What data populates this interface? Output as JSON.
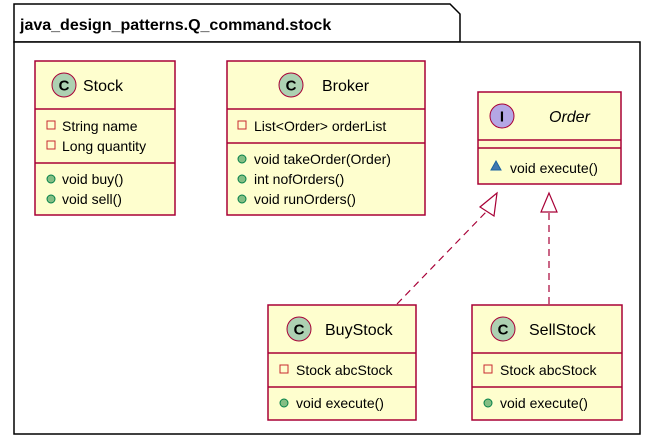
{
  "package": {
    "name": "java_design_patterns.Q_command.stock"
  },
  "classes": {
    "stock": {
      "name": "Stock",
      "stereotype_letter": "C",
      "fields": [
        "String name",
        "Long quantity"
      ],
      "methods": [
        "void buy()",
        "void sell()"
      ]
    },
    "broker": {
      "name": "Broker",
      "stereotype_letter": "C",
      "fields": [
        "List<Order> orderList"
      ],
      "methods": [
        "void takeOrder(Order)",
        "int nofOrders()",
        "void runOrders()"
      ]
    },
    "order": {
      "name": "Order",
      "stereotype_letter": "I",
      "fields": [],
      "methods": [
        "void execute()"
      ]
    },
    "buystock": {
      "name": "BuyStock",
      "stereotype_letter": "C",
      "fields": [
        "Stock abcStock"
      ],
      "methods": [
        "void execute()"
      ]
    },
    "sellstock": {
      "name": "SellStock",
      "stereotype_letter": "C",
      "fields": [
        "Stock abcStock"
      ],
      "methods": [
        "void execute()"
      ]
    }
  },
  "relations": [
    {
      "from": "BuyStock",
      "to": "Order",
      "type": "realization"
    },
    {
      "from": "SellStock",
      "to": "Order",
      "type": "realization"
    }
  ],
  "colors": {
    "class_fill": "#FEFECE",
    "class_border": "#A80036",
    "class_badge": "#ADD1B2",
    "interface_badge": "#B4A7E5",
    "private_marker": "#C82930",
    "public_marker": "#84BE84",
    "package_marker": "#4177AF"
  }
}
